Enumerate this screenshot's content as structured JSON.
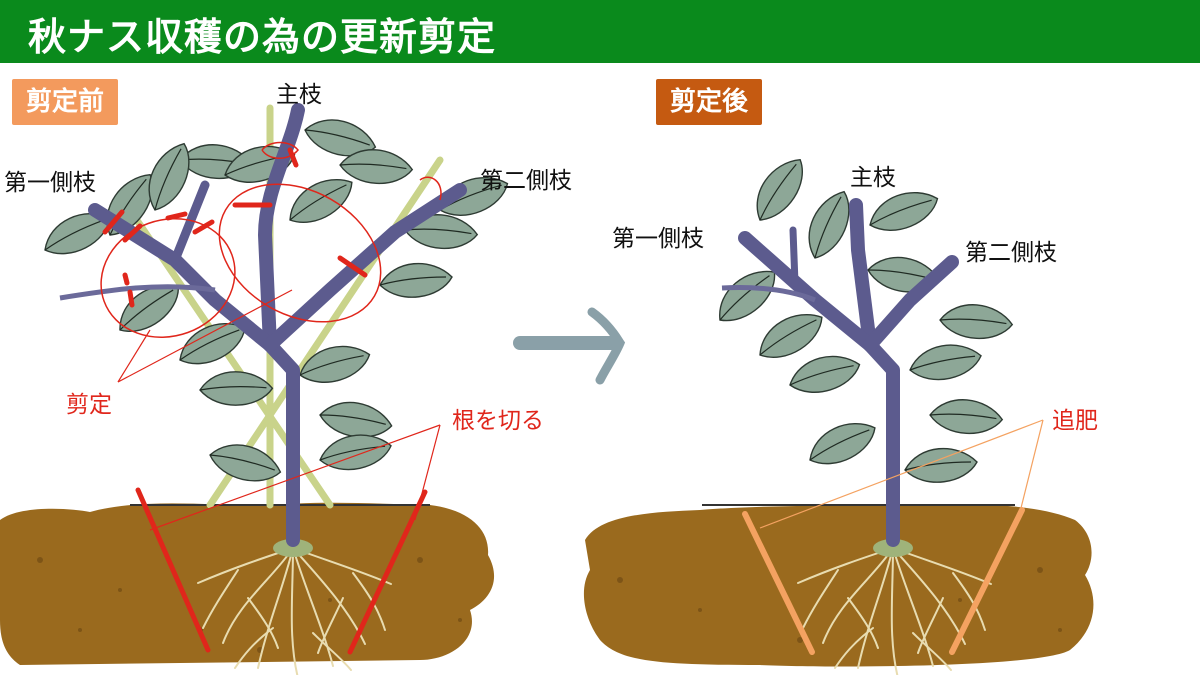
{
  "header": {
    "title": "秋ナス収穫の為の更新剪定"
  },
  "before": {
    "badge": "剪定前",
    "main_branch": "主枝",
    "first_side_branch": "第一側枝",
    "second_side_branch": "第二側枝",
    "prune_label": "剪定",
    "cut_roots_label": "根を切る"
  },
  "after": {
    "badge": "剪定後",
    "main_branch": "主枝",
    "first_side_branch": "第一側枝",
    "second_side_branch": "第二側枝",
    "fertilize_label": "追肥"
  },
  "colors": {
    "header_bg": "#0a8a1c",
    "badge_before": "#f39a5d",
    "badge_after": "#c55a11",
    "stem": "#5c5b8e",
    "leaf": "#8da797",
    "soil": "#9a6a1e",
    "pruning_mark": "#e0261b",
    "fertilizer_mark": "#f4a261",
    "arrow": "#8aa0a8"
  },
  "icons": {
    "arrow": "right-arrow-icon"
  }
}
